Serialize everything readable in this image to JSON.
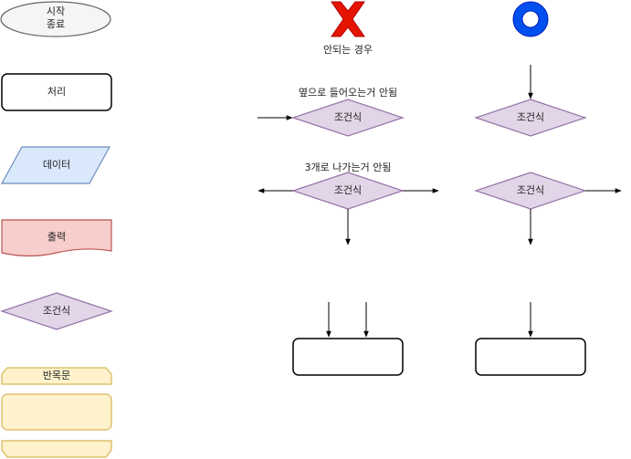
{
  "legend": {
    "start_end": "시작\n종료",
    "process": "처리",
    "data": "데이터",
    "output": "출력",
    "decision": "조건식",
    "loop": "반목문"
  },
  "bad_examples": {
    "header_icon": "x-icon",
    "header_label": "안되는 경우",
    "note_side_entry": "옆으로 들어오는거 안됨",
    "note_three_exits": "3개로 나가는거 안됨",
    "decision_1": "조건식",
    "decision_2": "조건식"
  },
  "good_examples": {
    "header_icon": "o-icon",
    "decision_1": "조건식",
    "decision_2": "조건식"
  },
  "colors": {
    "start_end_fill": "#f5f5f5",
    "start_end_stroke": "#666666",
    "data_fill": "#dae8fc",
    "data_stroke": "#6c8ebf",
    "output_fill": "#f8cecc",
    "output_stroke": "#b85450",
    "decision_fill": "#e1d5e7",
    "decision_stroke": "#9673a6",
    "loop_fill": "#fff2cc",
    "loop_stroke": "#d6b656",
    "x_mark": "#e51400",
    "o_mark": "#0050ef"
  }
}
